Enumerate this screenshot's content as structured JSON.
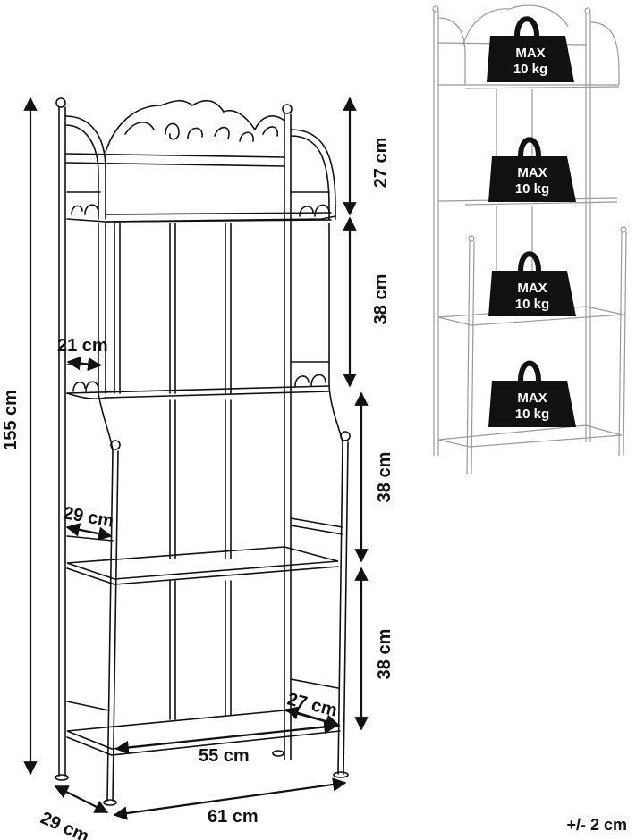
{
  "dimensions": {
    "total_height": "155 cm",
    "top_section": "27 cm",
    "section_2": "38 cm",
    "section_3": "38 cm",
    "section_4": "38 cm",
    "upper_shelf_width": "21 cm",
    "side_depth": "29 cm",
    "bottom_shelf_depth": "27 cm",
    "bottom_shelf_width": "55 cm",
    "base_depth": "29 cm",
    "base_width": "61 cm"
  },
  "weight_labels": [
    {
      "line1": "MAX",
      "line2": "10 kg"
    },
    {
      "line1": "MAX",
      "line2": "10 kg"
    },
    {
      "line1": "MAX",
      "line2": "10 kg"
    },
    {
      "line1": "MAX",
      "line2": "10 kg"
    }
  ],
  "tolerance": "+/- 2 cm",
  "colors": {
    "line": "#111111",
    "light_line": "#9a9a9a",
    "weight_fill": "#111111"
  }
}
